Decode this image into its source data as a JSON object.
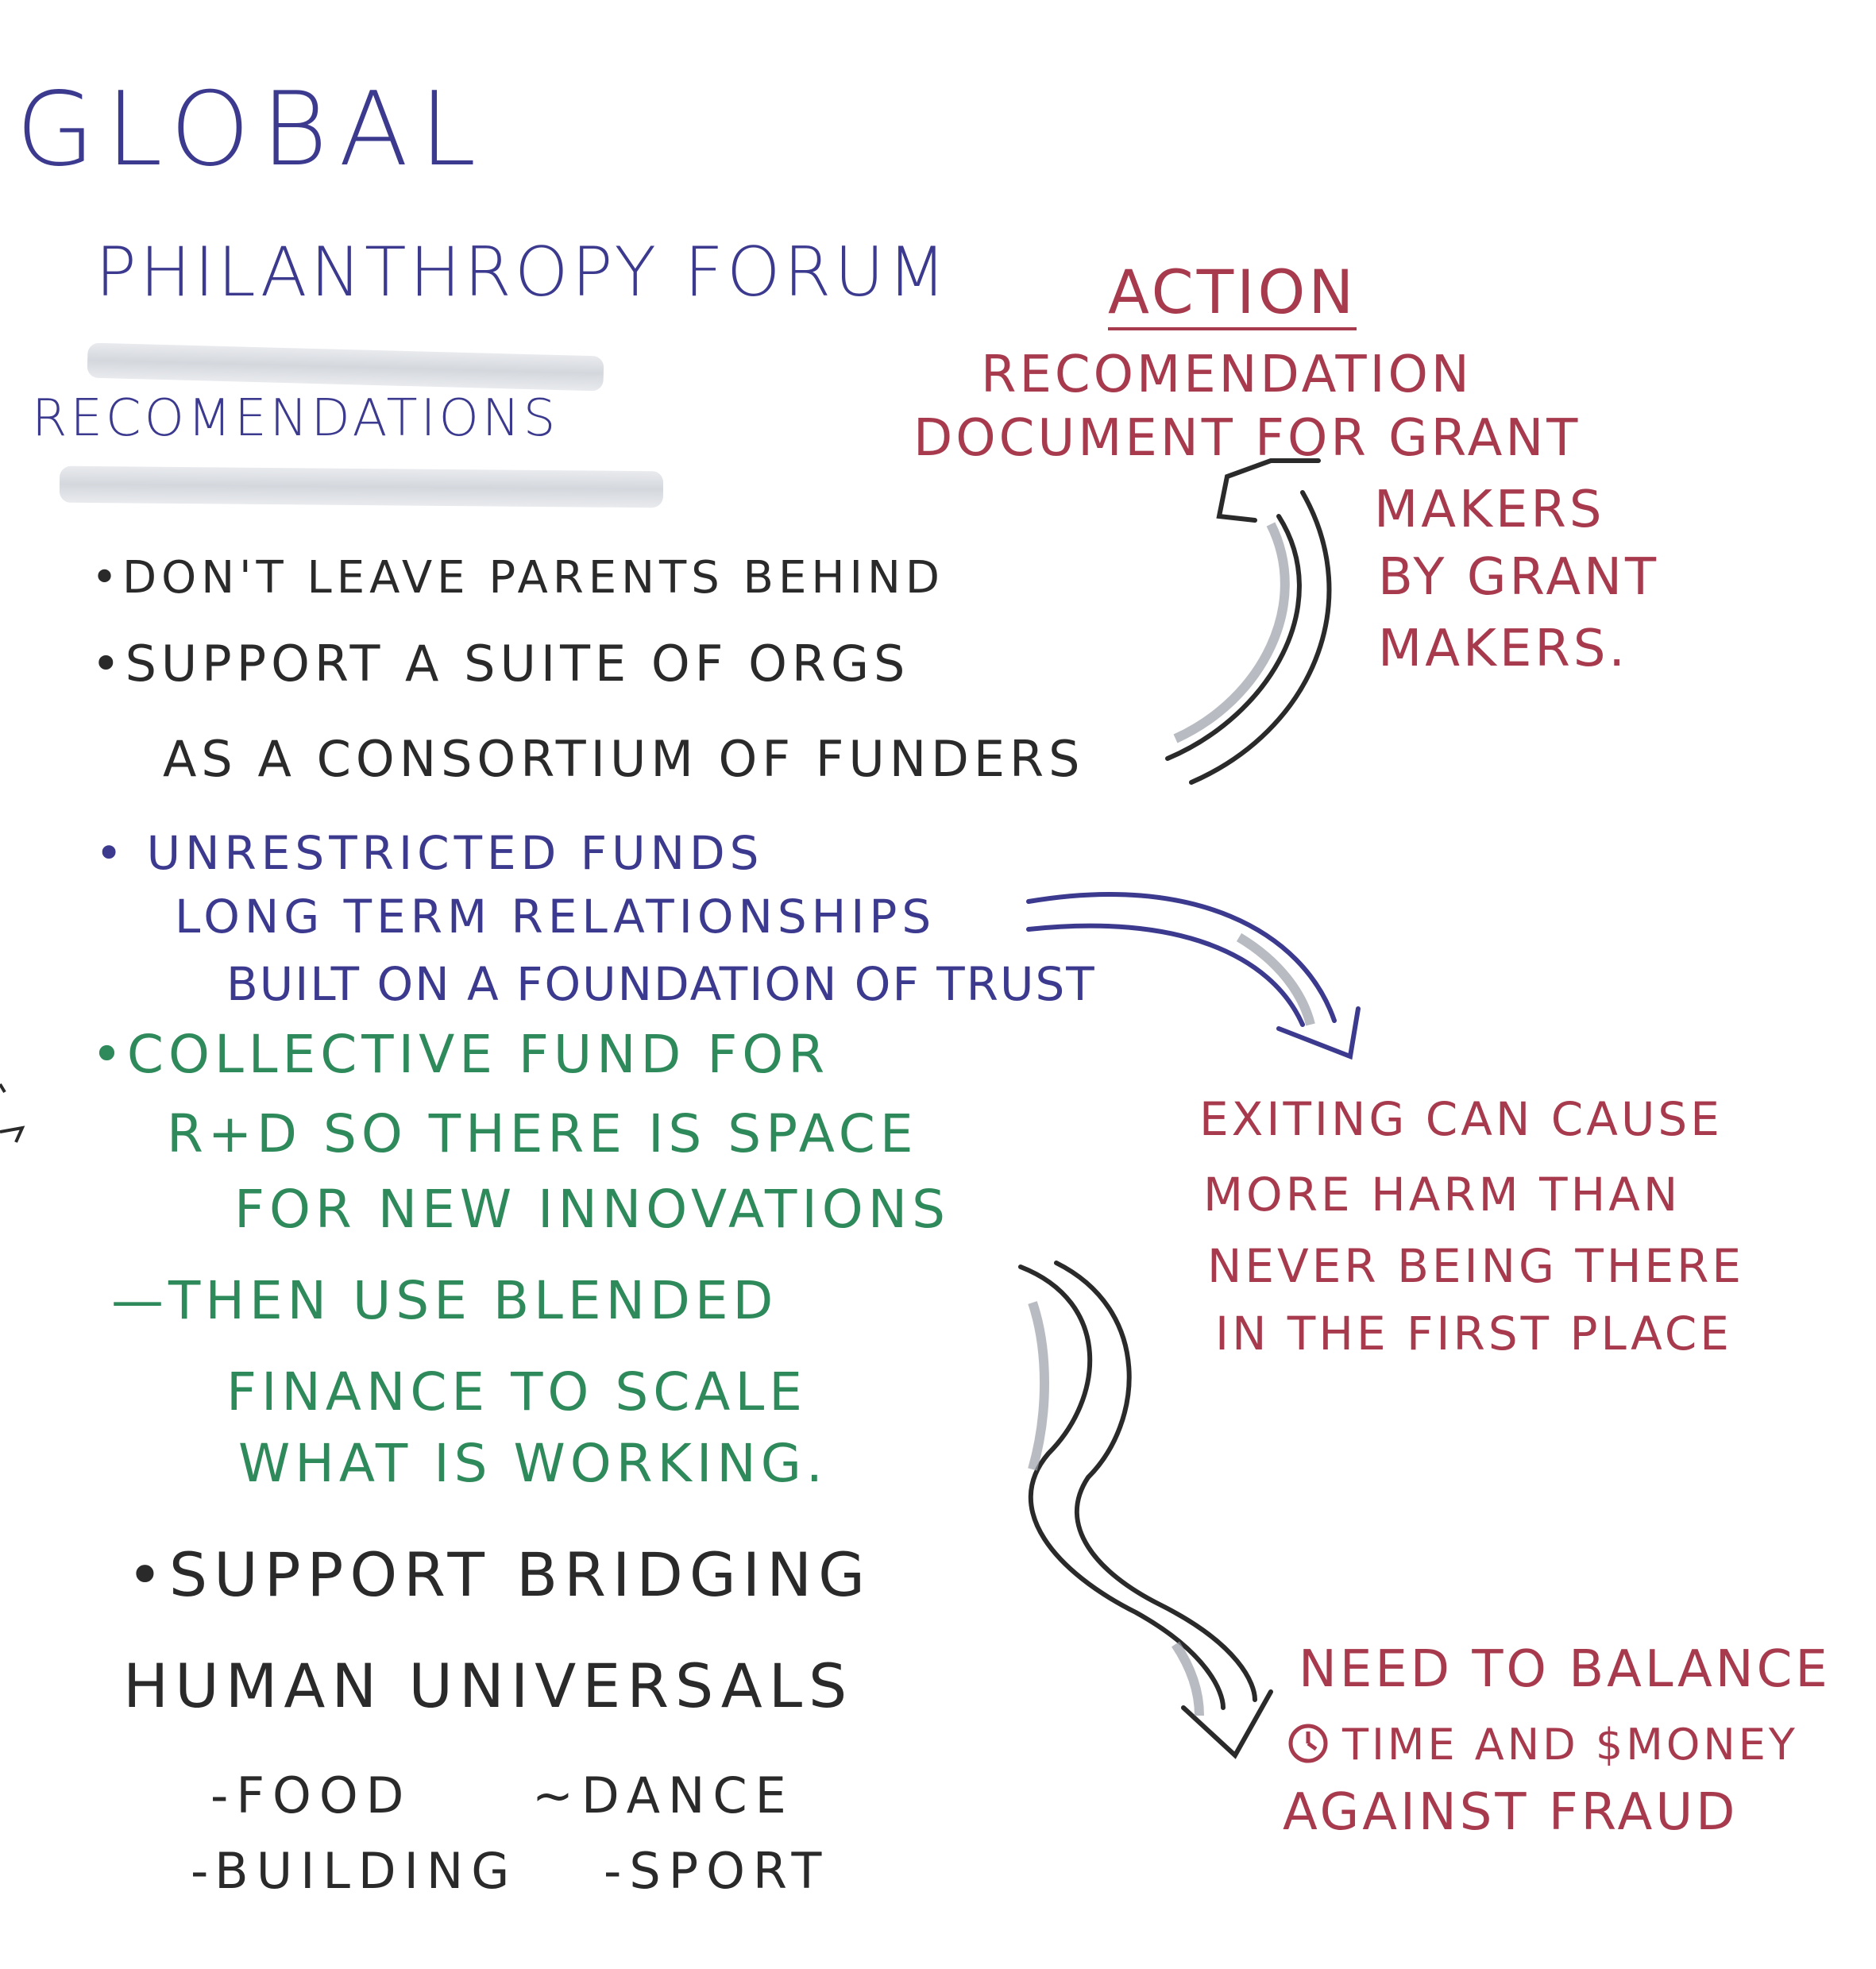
{
  "title": {
    "line1": "Global",
    "line2": "Philanthropy Forum"
  },
  "subtitle": "Recomendations",
  "bullets": [
    {
      "lines": [
        "•Don't Leave Parents Behind"
      ]
    },
    {
      "lines": [
        "•Support A suite of ORGS",
        "As A Consortium of funders"
      ]
    },
    {
      "lines": [
        "• Unrestricted Funds",
        "Long term Relationships",
        "Built on a foundation of trust"
      ]
    },
    {
      "lines": [
        "•Collective fund for",
        "R+D so there is space",
        "for new innovations"
      ]
    },
    {
      "lines": [
        "—Then use blended",
        "finance to scale",
        "what is working."
      ]
    },
    {
      "lines": [
        "•Support Bridging",
        "Human Universals"
      ]
    }
  ],
  "universals": {
    "row1": [
      "-Food",
      "~Dance"
    ],
    "row2": [
      "-Building",
      "-Sport"
    ]
  },
  "action_note": {
    "heading": "Action",
    "lines": [
      "Recomendation",
      "Document for grant",
      "makers",
      "by grant",
      "makers."
    ]
  },
  "exit_note": {
    "lines": [
      "Exiting can cause",
      "more harm than",
      "never being there",
      "in the first place"
    ]
  },
  "balance_note": {
    "lines": [
      "Need to balance",
      "time and $money",
      "against fraud"
    ],
    "clock_icon": "clock-icon"
  },
  "colors": {
    "blue": "#3b3a8f",
    "dark": "#2a2a2a",
    "green": "#2f8a5b",
    "red": "#a83a4e",
    "highlight": "#cfd3d9"
  }
}
